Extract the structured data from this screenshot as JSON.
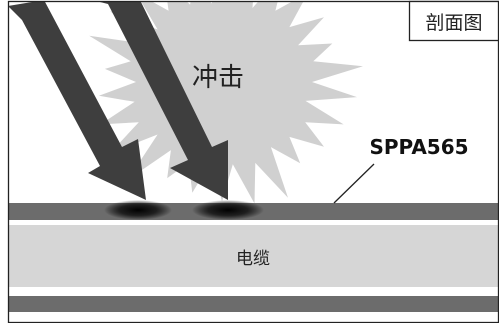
{
  "view_label": "剖面图",
  "impact_label": "冲击",
  "material_label": "SPPA565",
  "cable_label": "电缆",
  "colors": {
    "burst": "#d0d0d0",
    "arrow": "#3e3e3e",
    "band_dark": "#6c6c6c",
    "band_light": "#d6d6d6",
    "frame": "#222222"
  }
}
